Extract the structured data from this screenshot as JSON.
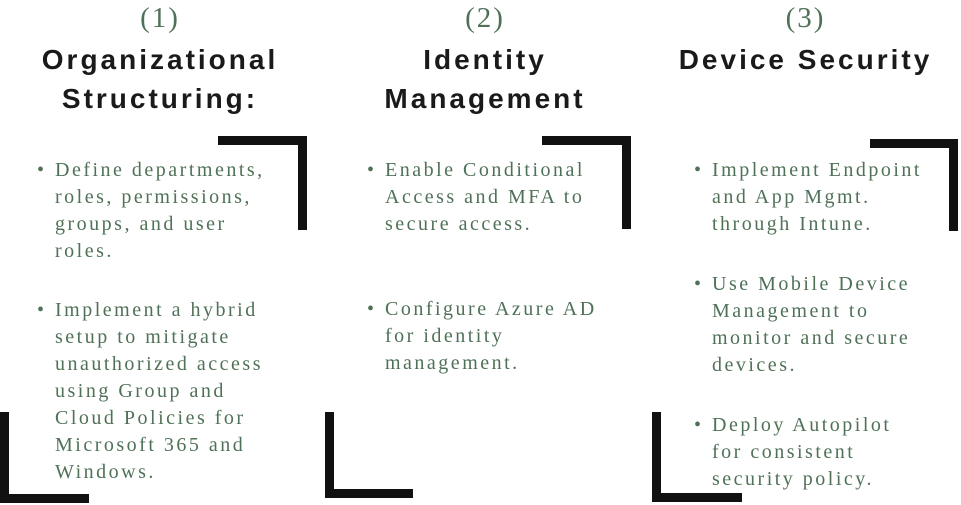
{
  "slide": {
    "colors": {
      "accent_green": "#4f7157",
      "heading_black": "#1a1a1a",
      "bracket_black": "#111111",
      "background": "#ffffff"
    },
    "columns": [
      {
        "number": "(1)",
        "title": "Organizational Structuring:",
        "bullets": [
          "Define departments,\nroles, permissions,\ngroups, and user\nroles.",
          "Implement a hybrid\nsetup to mitigate\nunauthorized access\nusing Group and\nCloud Policies for\nMicrosoft 365 and\nWindows."
        ]
      },
      {
        "number": "(2)",
        "title": "Identity Management",
        "bullets": [
          "Enable Conditional\nAccess and MFA to\nsecure access.",
          "Configure Azure AD\nfor identity\nmanagement."
        ]
      },
      {
        "number": "(3)",
        "title": "Device Security",
        "bullets": [
          "Implement Endpoint\nand App Mgmt.\nthrough Intune.",
          "Use Mobile Device\nManagement to\nmonitor and secure\ndevices.",
          "Deploy Autopilot\nfor consistent\nsecurity policy."
        ]
      }
    ]
  }
}
